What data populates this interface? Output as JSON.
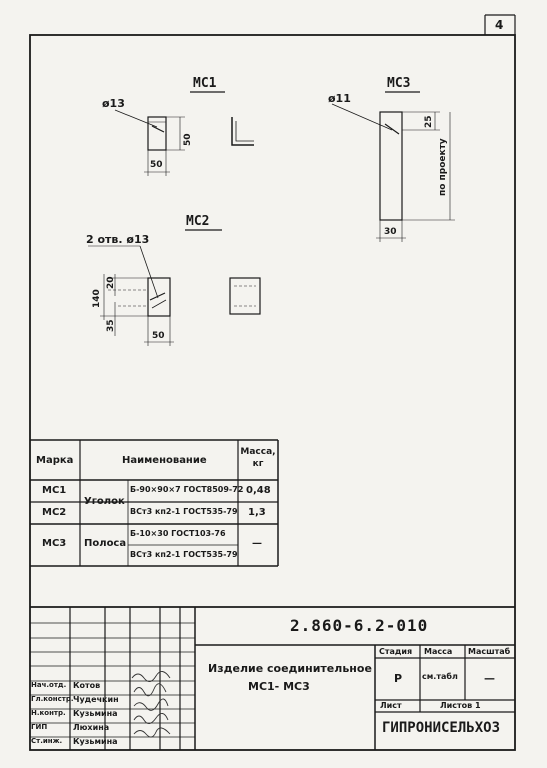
{
  "sheet_number": "4",
  "drawings": {
    "mc1": {
      "title": "МС1",
      "hole": "ø13",
      "dim_height": "50",
      "dim_width": "50"
    },
    "mc3": {
      "title": "МС3",
      "hole": "ø11",
      "dim_top": "25",
      "dim_length": "по проекту",
      "dim_width": "30"
    },
    "mc2": {
      "title": "МС2",
      "holes": "2 отв. ø13",
      "dim_top": "20",
      "dim_total": "140",
      "dim_bottom": "35",
      "dim_width": "50"
    }
  },
  "table": {
    "headers": {
      "mark": "Марка",
      "name": "Наименование",
      "mass": "Масса, кг"
    },
    "rows": [
      {
        "mark": "МС1",
        "type": "Уголок",
        "spec1": "Б-90×90×7 ГОСТ8509-72",
        "spec2": "ВСт3 кп2-1 ГОСТ535-79",
        "mass": "0,48"
      },
      {
        "mark": "МС2",
        "mass": "1,3"
      },
      {
        "mark": "МС3",
        "type": "Полоса",
        "spec1": "Б-10×30 ГОСТ103-76",
        "spec2": "ВСт3 кп2-1 ГОСТ535-79",
        "mass": "—"
      }
    ]
  },
  "title_block": {
    "code": "2.860-6.2-010",
    "name_line1": "Изделие соединительное",
    "name_line2": "МС1- МС3",
    "stage_label": "Стадия",
    "mass_label": "Масса",
    "scale_label": "Масштаб",
    "stage_value": "Р",
    "mass_value": "см.табл",
    "scale_value": "—",
    "sheet_label": "Лист",
    "sheets_label": "Листов 1",
    "org": "ГИПРОНИСЕЛЬХОЗ",
    "people": [
      {
        "role": "Нач.отд.",
        "name": "Котов"
      },
      {
        "role": "Гл.констр.",
        "name": "Чудечкин"
      },
      {
        "role": "Н.контр.",
        "name": "Кузьмина"
      },
      {
        "role": "ГИП",
        "name": "Люхина"
      },
      {
        "role": "Ст.инж.",
        "name": "Кузьмина"
      }
    ]
  }
}
